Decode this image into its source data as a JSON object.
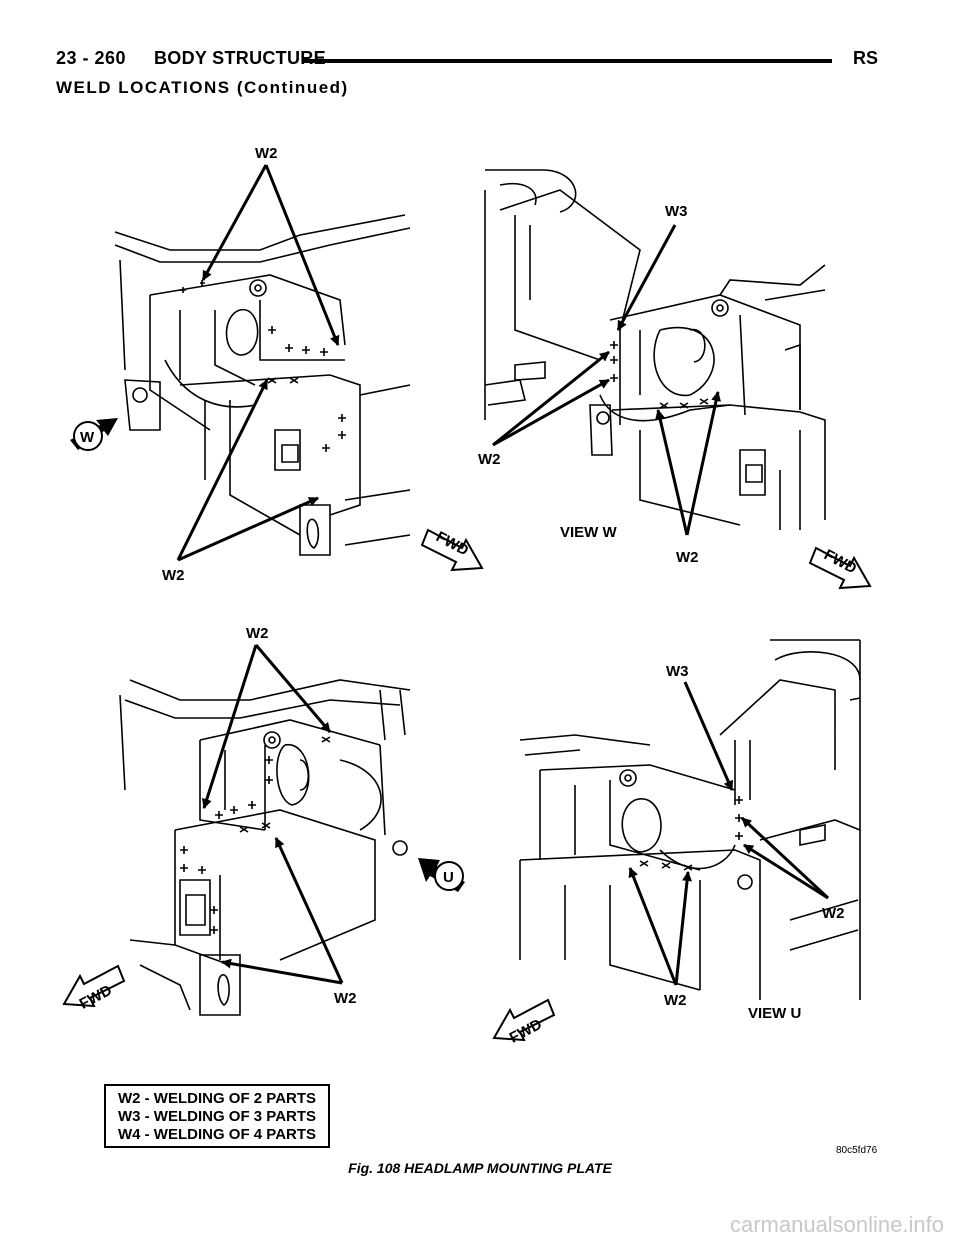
{
  "header": {
    "page_number": "23 - 260",
    "title": "BODY STRUCTURE",
    "code": "RS"
  },
  "section_title": "WELD LOCATIONS (Continued)",
  "figure": {
    "labels": {
      "w2": "W2",
      "w3": "W3",
      "w_view": "W",
      "u_view": "U",
      "view_w": "VIEW W",
      "view_u": "VIEW U",
      "fwd": "FWD"
    },
    "legend": [
      "W2 - WELDING OF 2 PARTS",
      "W3 - WELDING OF 3 PARTS",
      "W4 - WELDING OF 4 PARTS"
    ],
    "figure_code": "80c5fd76",
    "caption": "Fig. 108 HEADLAMP MOUNTING PLATE"
  },
  "watermark": "carmanualsonline.info"
}
